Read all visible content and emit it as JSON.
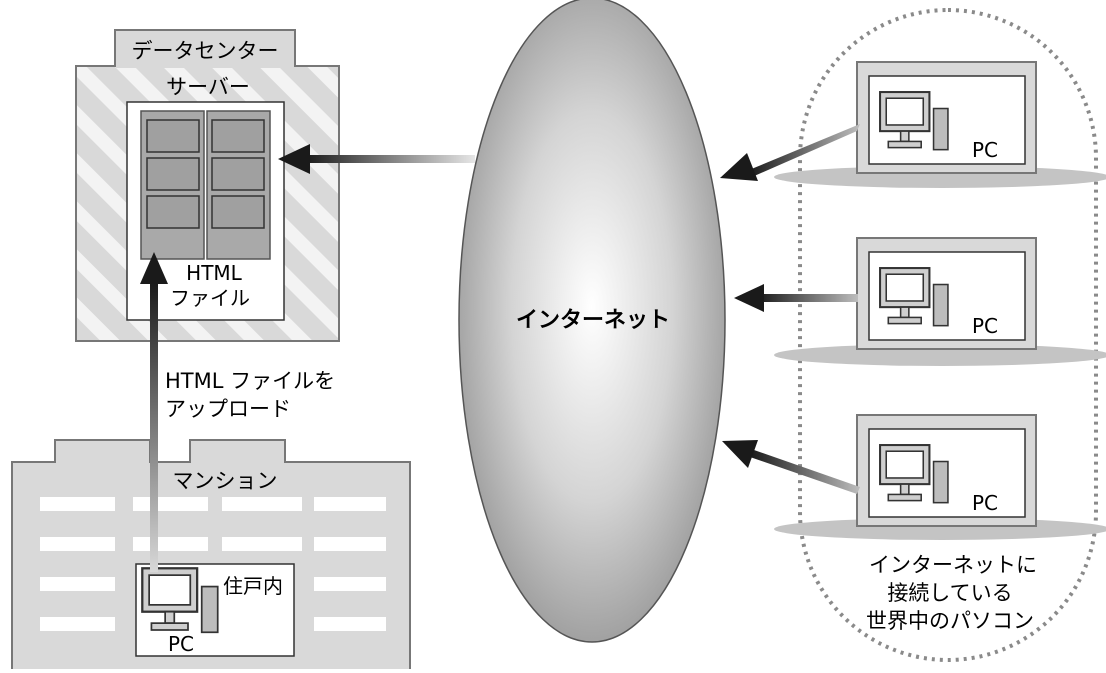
{
  "datacenter": {
    "title": "データセンター",
    "server_label": "サーバー",
    "file_line1": "HTML",
    "file_line2": "ファイル"
  },
  "upload": {
    "line1": "HTML ファイルを",
    "line2": "アップロード"
  },
  "mansion": {
    "title": "マンション",
    "home_label": "住戸内",
    "pc_label": "PC"
  },
  "internet": {
    "label": "インターネット"
  },
  "clients": {
    "pc_labels": [
      "PC",
      "PC",
      "PC"
    ],
    "caption_line1": "インターネットに",
    "caption_line2": "接続している",
    "caption_line3": "世界中のパソコン"
  },
  "colors": {
    "building_fill": "#d9d9d9",
    "building_stroke": "#777777",
    "dash_stroke": "#8a8a8a",
    "arrow_dark": "#1a1a1a",
    "platform": "#c4c4c4"
  }
}
